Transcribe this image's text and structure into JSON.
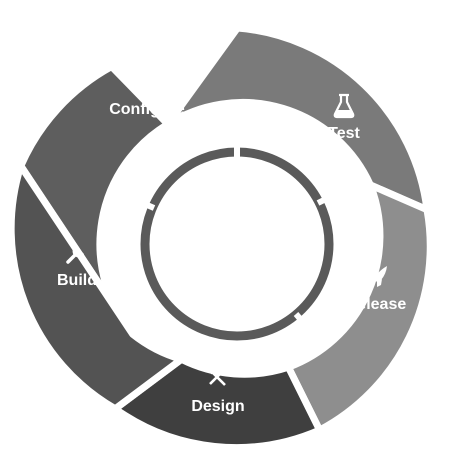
{
  "cycle": {
    "segments": [
      {
        "key": "configure",
        "label": "Configure",
        "icon": "sliders-icon",
        "color": "#5e5e5e"
      },
      {
        "key": "test",
        "label": "Test",
        "icon": "flask-icon",
        "color": "#7a7a7a"
      },
      {
        "key": "release",
        "label": "Release",
        "icon": "rocket-icon",
        "color": "#8e8e8e"
      },
      {
        "key": "design",
        "label": "Design",
        "icon": "pencil-ruler-icon",
        "color": "#3f3f3f"
      },
      {
        "key": "build",
        "label": "Build",
        "icon": "wrench-icon",
        "color": "#535353"
      }
    ],
    "inner_ring_color": "#5a5a5a",
    "gap_color": "#ffffff"
  }
}
